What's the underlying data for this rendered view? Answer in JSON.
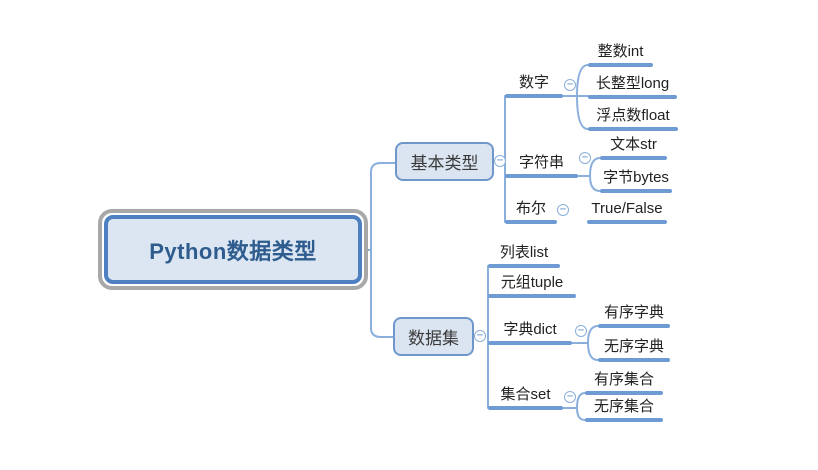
{
  "root": {
    "label": "Python数据类型"
  },
  "branches": {
    "basic": "基本类型",
    "dataset": "数据集"
  },
  "topics": {
    "number": "数字",
    "int": "整数int",
    "long": "长整型long",
    "float": "浮点数float",
    "string": "字符串",
    "str": "文本str",
    "bytes": "字节bytes",
    "bool": "布尔",
    "truefalse": "True/False",
    "list": "列表list",
    "tuple": "元组tuple",
    "dict": "字典dict",
    "ordered_dict": "有序字典",
    "unordered_dict": "无序字典",
    "set": "集合set",
    "ordered_set": "有序集合",
    "unordered_set": "无序集合"
  },
  "icons": {
    "collapse_toggle": "−"
  },
  "colors": {
    "branch_line": "#8aafdc",
    "topic_line": "#6e9bd4",
    "node_fill": "#dbe5f1",
    "node_border": "#6f97cc",
    "node_text": "#3a3a3a",
    "topic_text": "#222222",
    "root_fill": "#dce6f2",
    "root_border": "#4e7fc1",
    "root_outer_border": "#a8a8a8",
    "root_text": "#2e5c8e",
    "canvas_bg": "#ffffff"
  }
}
